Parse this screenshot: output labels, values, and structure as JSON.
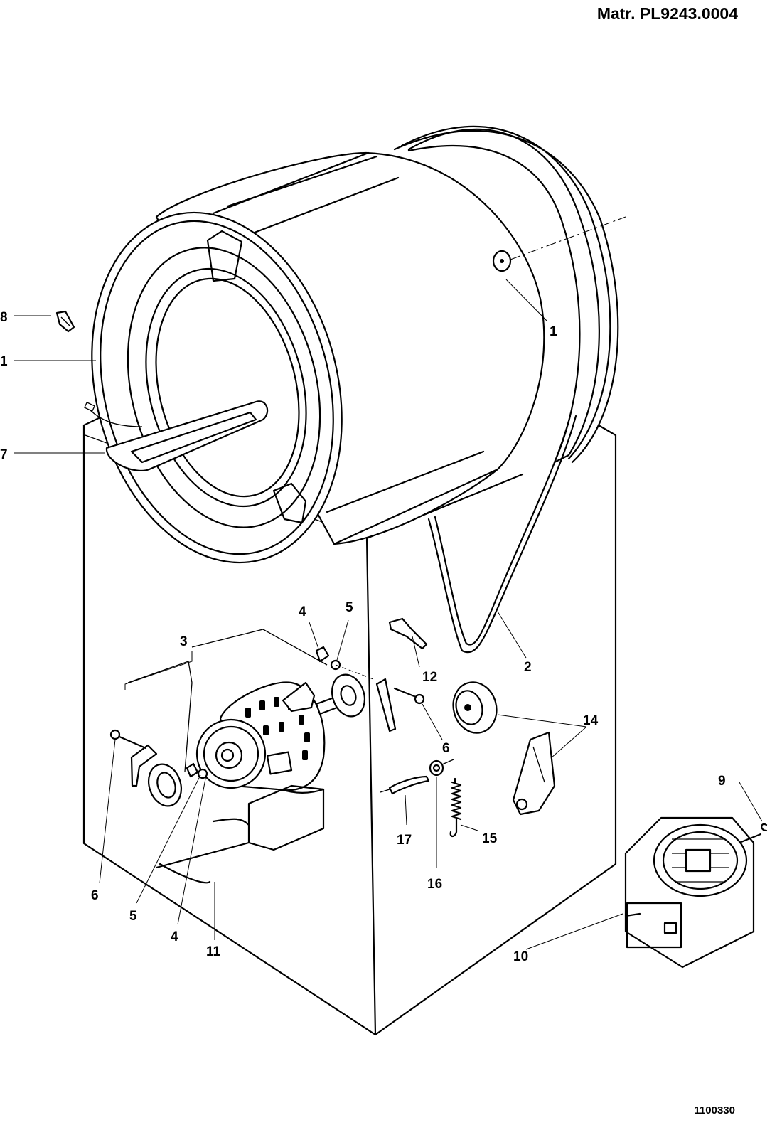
{
  "header": {
    "reference": "Matr. PL9243.0004"
  },
  "footer": {
    "drawing_number": "1100330"
  },
  "callouts": {
    "c_1_drum_back": "1",
    "c_1_drum_front": "1",
    "c_2": "2",
    "c_3": "3",
    "c_4_top": "4",
    "c_4_bottom": "4",
    "c_5_top": "5",
    "c_5_bottom": "5",
    "c_6_right": "6",
    "c_6_left": "6",
    "c_7": "7",
    "c_8": "8",
    "c_9": "9",
    "c_10": "10",
    "c_11": "11",
    "c_12": "12",
    "c_14": "14",
    "c_15": "15",
    "c_16": "16",
    "c_17": "17"
  }
}
